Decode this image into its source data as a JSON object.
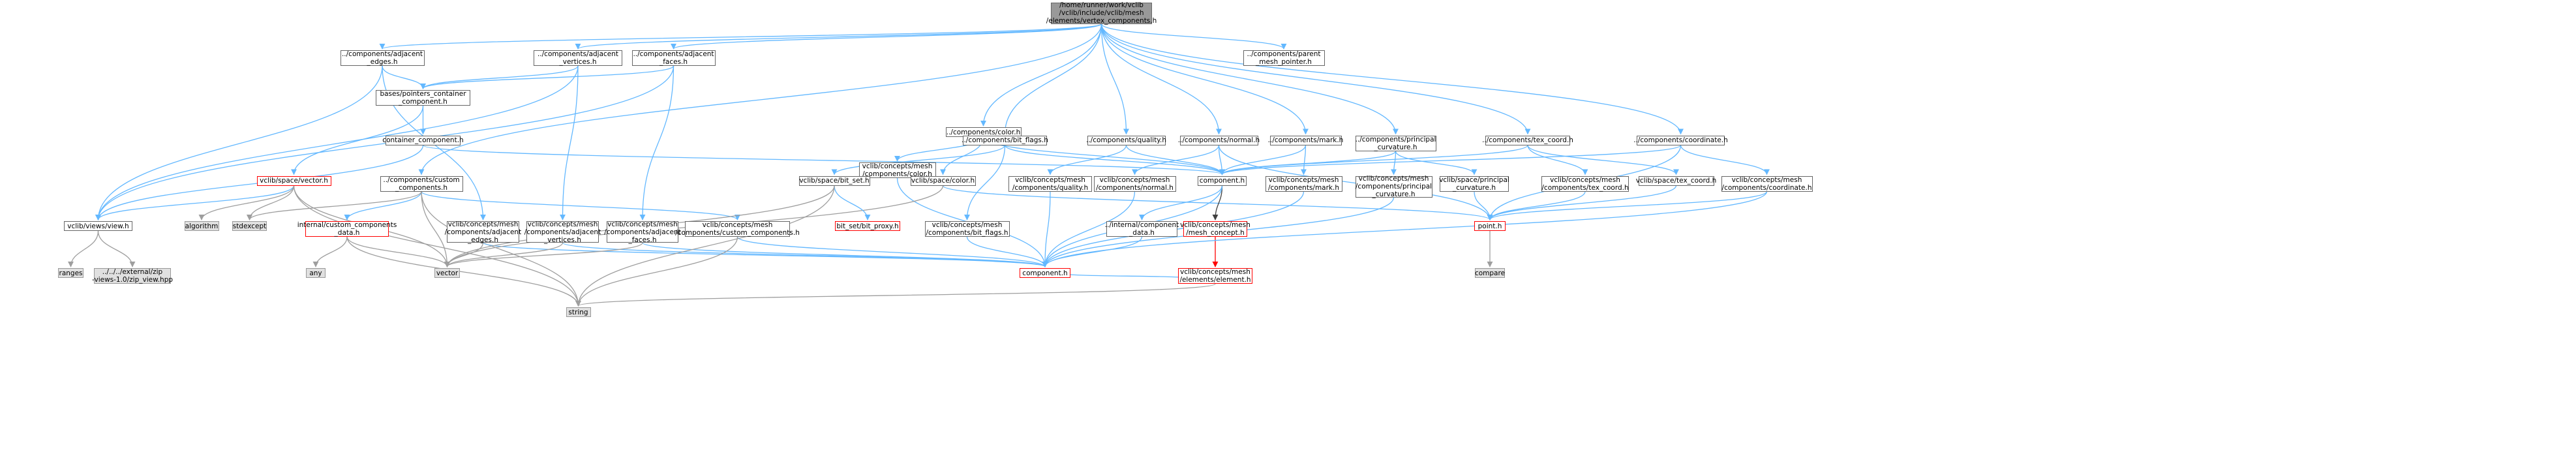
{
  "nodes": {
    "root": {
      "label": "/home/runner/work/vclib\n/vclib/include/vclib/mesh\n/elements/vertex_components.h",
      "style": "root"
    },
    "adj_edges": {
      "label": "../components/adjacent\n_edges.h",
      "style": "normal"
    },
    "adj_vertices": {
      "label": "../components/adjacent\n_vertices.h",
      "style": "normal"
    },
    "adj_faces": {
      "label": "../components/adjacent\n_faces.h",
      "style": "normal"
    },
    "parent_mesh_pointer": {
      "label": "../components/parent\n_mesh_pointer.h",
      "style": "normal"
    },
    "pointers_container": {
      "label": "bases/pointers_container\n_component.h",
      "style": "normal"
    },
    "container_component": {
      "label": "container_component.h",
      "style": "normal"
    },
    "space_vector": {
      "label": "vclib/space/vector.h",
      "style": "red"
    },
    "views_view": {
      "label": "vclib/views/view.h",
      "style": "normal"
    },
    "ranges": {
      "label": "ranges",
      "style": "ext"
    },
    "zip_view": {
      "label": "../../../external/zip\n-views-1.0/zip_view.hpp",
      "style": "ext"
    },
    "algorithm": {
      "label": "algorithm",
      "style": "ext"
    },
    "stdexcept": {
      "label": "stdexcept",
      "style": "ext"
    },
    "custom_components": {
      "label": "../components/custom\n_components.h",
      "style": "normal"
    },
    "internal_custom": {
      "label": "internal/custom_components\n_data.h",
      "style": "red"
    },
    "any": {
      "label": "any",
      "style": "ext"
    },
    "vector": {
      "label": "vector",
      "style": "ext"
    },
    "string": {
      "label": "string",
      "style": "ext"
    },
    "cm_adj_edges": {
      "label": "vclib/concepts/mesh\n/components/adjacent\n_edges.h",
      "style": "normal"
    },
    "cm_adj_vertices": {
      "label": "vclib/concepts/mesh\n/components/adjacent\n_vertices.h",
      "style": "normal"
    },
    "cm_adj_faces": {
      "label": "vclib/concepts/mesh\n/components/adjacent\n_faces.h",
      "style": "normal"
    },
    "cm_custom": {
      "label": "vclib/concepts/mesh\n/components/custom_components.h",
      "style": "normal"
    },
    "color": {
      "label": "../components/color.h",
      "style": "normal"
    },
    "cm_color": {
      "label": "vclib/concepts/mesh\n/components/color.h",
      "style": "normal"
    },
    "space_color": {
      "label": "vclib/space/color.h",
      "style": "normal"
    },
    "bit_flags": {
      "label": "../components/bit_flags.h",
      "style": "normal"
    },
    "space_bit_set": {
      "label": "vclib/space/bit_set.h",
      "style": "normal"
    },
    "bit_set_proxy": {
      "label": "bit_set/bit_proxy.h",
      "style": "red"
    },
    "cm_bit_flags": {
      "label": "vclib/concepts/mesh\n/components/bit_flags.h",
      "style": "normal"
    },
    "quality": {
      "label": "../components/quality.h",
      "style": "normal"
    },
    "cm_quality": {
      "label": "vclib/concepts/mesh\n/components/quality.h",
      "style": "normal"
    },
    "normal": {
      "label": "../components/normal.h",
      "style": "normal"
    },
    "cm_normal": {
      "label": "vclib/concepts/mesh\n/components/normal.h",
      "style": "normal"
    },
    "mark": {
      "label": "../components/mark.h",
      "style": "normal"
    },
    "cm_mark": {
      "label": "vclib/concepts/mesh\n/components/mark.h",
      "style": "normal"
    },
    "component": {
      "label": "component.h",
      "style": "normal"
    },
    "internal_component_data": {
      "label": "../internal/component\n_data.h",
      "style": "normal"
    },
    "mesh_concept": {
      "label": "vclib/concepts/mesh\n/mesh_concept.h",
      "style": "red"
    },
    "element": {
      "label": "vclib/concepts/mesh\n/elements/element.h",
      "style": "red"
    },
    "cm_component": {
      "label": "component.h",
      "style": "red"
    },
    "principal_curvature": {
      "label": "../components/principal\n_curvature.h",
      "style": "normal"
    },
    "cm_principal_curvature": {
      "label": "vclib/concepts/mesh\n/components/principal\n_curvature.h",
      "style": "normal"
    },
    "space_principal_curvature": {
      "label": "vclib/space/principal\n_curvature.h",
      "style": "normal"
    },
    "tex_coord": {
      "label": "../components/tex_coord.h",
      "style": "normal"
    },
    "cm_tex_coord": {
      "label": "vclib/concepts/mesh\n/components/tex_coord.h",
      "style": "normal"
    },
    "space_tex_coord": {
      "label": "vclib/space/tex_coord.h",
      "style": "normal"
    },
    "coordinate": {
      "label": "../components/coordinate.h",
      "style": "normal"
    },
    "cm_coordinate": {
      "label": "vclib/concepts/mesh\n/components/coordinate.h",
      "style": "normal"
    },
    "point": {
      "label": "point.h",
      "style": "red"
    },
    "compare": {
      "label": "compare",
      "style": "ext"
    }
  },
  "edges": [
    [
      "root",
      "adj_edges"
    ],
    [
      "root",
      "adj_vertices"
    ],
    [
      "root",
      "adj_faces"
    ],
    [
      "root",
      "parent_mesh_pointer"
    ],
    [
      "root",
      "custom_components"
    ],
    [
      "root",
      "color"
    ],
    [
      "root",
      "bit_flags"
    ],
    [
      "root",
      "quality"
    ],
    [
      "root",
      "normal"
    ],
    [
      "root",
      "mark"
    ],
    [
      "root",
      "principal_curvature"
    ],
    [
      "root",
      "tex_coord"
    ],
    [
      "root",
      "coordinate"
    ],
    [
      "adj_edges",
      "pointers_container"
    ],
    [
      "adj_edges",
      "views_view"
    ],
    [
      "adj_edges",
      "cm_adj_edges"
    ],
    [
      "adj_vertices",
      "pointers_container"
    ],
    [
      "adj_vertices",
      "views_view"
    ],
    [
      "adj_vertices",
      "cm_adj_vertices"
    ],
    [
      "adj_faces",
      "pointers_container"
    ],
    [
      "adj_faces",
      "views_view"
    ],
    [
      "adj_faces",
      "cm_adj_faces"
    ],
    [
      "pointers_container",
      "container_component"
    ],
    [
      "pointers_container",
      "space_vector"
    ],
    [
      "container_component",
      "views_view"
    ],
    [
      "container_component",
      "component"
    ],
    [
      "space_vector",
      "views_view"
    ],
    [
      "space_vector",
      "algorithm"
    ],
    [
      "space_vector",
      "stdexcept"
    ],
    [
      "space_vector",
      "vector"
    ],
    [
      "space_vector",
      "string"
    ],
    [
      "views_view",
      "ranges"
    ],
    [
      "views_view",
      "zip_view"
    ],
    [
      "custom_components",
      "internal_custom"
    ],
    [
      "custom_components",
      "cm_custom"
    ],
    [
      "custom_components",
      "vector"
    ],
    [
      "custom_components",
      "string"
    ],
    [
      "custom_components",
      "stdexcept"
    ],
    [
      "internal_custom",
      "any"
    ],
    [
      "internal_custom",
      "vector"
    ],
    [
      "internal_custom",
      "string"
    ],
    [
      "cm_adj_edges",
      "cm_component"
    ],
    [
      "cm_adj_edges",
      "vector"
    ],
    [
      "cm_adj_vertices",
      "cm_component"
    ],
    [
      "cm_adj_vertices",
      "vector"
    ],
    [
      "cm_adj_faces",
      "cm_component"
    ],
    [
      "cm_adj_faces",
      "vector"
    ],
    [
      "cm_custom",
      "cm_component"
    ],
    [
      "cm_custom",
      "string"
    ],
    [
      "color",
      "cm_color"
    ],
    [
      "color",
      "space_color"
    ],
    [
      "color",
      "component"
    ],
    [
      "cm_color",
      "space_color"
    ],
    [
      "cm_color",
      "cm_component"
    ],
    [
      "space_color",
      "point"
    ],
    [
      "space_color",
      "vector"
    ],
    [
      "bit_flags",
      "space_bit_set"
    ],
    [
      "bit_flags",
      "cm_bit_flags"
    ],
    [
      "bit_flags",
      "component"
    ],
    [
      "space_bit_set",
      "bit_set_proxy"
    ],
    [
      "space_bit_set",
      "string"
    ],
    [
      "space_bit_set",
      "vector"
    ],
    [
      "cm_bit_flags",
      "cm_component"
    ],
    [
      "quality",
      "cm_quality"
    ],
    [
      "quality",
      "component"
    ],
    [
      "cm_quality",
      "cm_component"
    ],
    [
      "normal",
      "cm_normal"
    ],
    [
      "normal",
      "component"
    ],
    [
      "normal",
      "point"
    ],
    [
      "cm_normal",
      "cm_component"
    ],
    [
      "mark",
      "cm_mark"
    ],
    [
      "mark",
      "component"
    ],
    [
      "cm_mark",
      "cm_component"
    ],
    [
      "component",
      "internal_component_data"
    ],
    [
      "component",
      "mesh_concept"
    ],
    [
      "component",
      "cm_component"
    ],
    [
      "internal_component_data",
      "cm_component"
    ],
    [
      "mesh_concept",
      "element"
    ],
    [
      "element",
      "cm_component"
    ],
    [
      "element",
      "string"
    ],
    [
      "principal_curvature",
      "cm_principal_curvature"
    ],
    [
      "principal_curvature",
      "space_principal_curvature"
    ],
    [
      "principal_curvature",
      "component"
    ],
    [
      "cm_principal_curvature",
      "cm_component"
    ],
    [
      "space_principal_curvature",
      "point"
    ],
    [
      "tex_coord",
      "cm_tex_coord"
    ],
    [
      "tex_coord",
      "space_tex_coord"
    ],
    [
      "tex_coord",
      "component"
    ],
    [
      "cm_tex_coord",
      "point"
    ],
    [
      "space_tex_coord",
      "point"
    ],
    [
      "coordinate",
      "cm_coordinate"
    ],
    [
      "coordinate",
      "point"
    ],
    [
      "coordinate",
      "component"
    ],
    [
      "cm_coordinate",
      "point"
    ],
    [
      "cm_coordinate",
      "cm_component"
    ],
    [
      "point",
      "compare"
    ]
  ]
}
